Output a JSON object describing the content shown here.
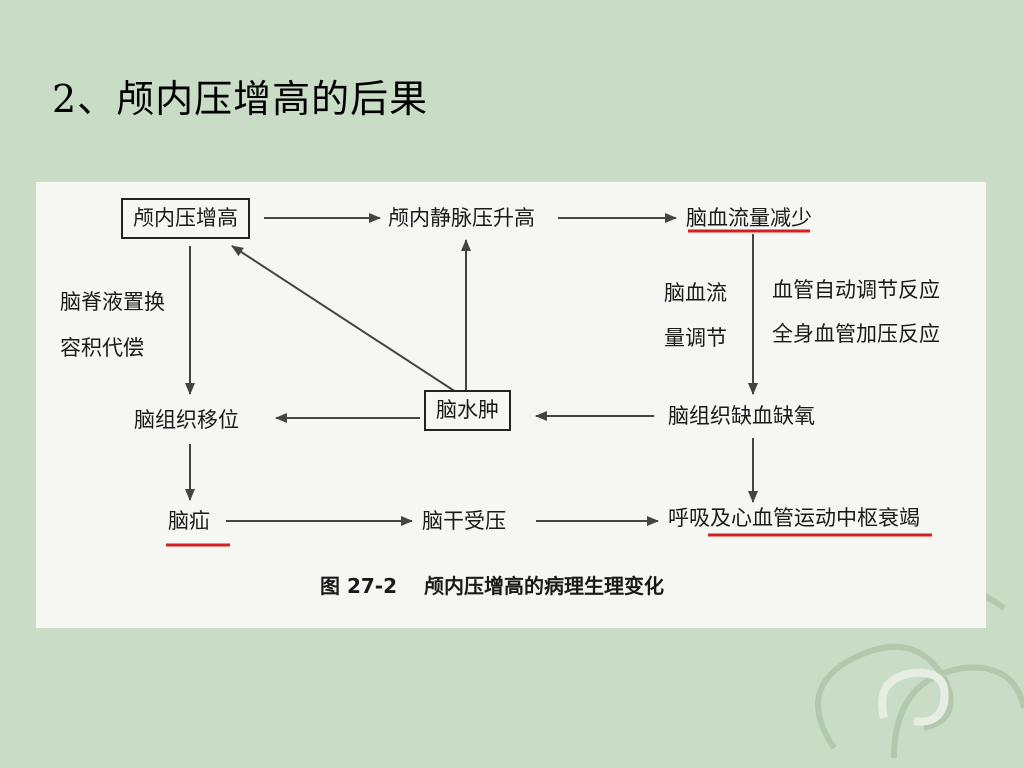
{
  "slide": {
    "title": "2、颅内压增高的后果"
  },
  "diagram": {
    "nodes": {
      "icp_increase": "颅内压增高",
      "venous_pressure_rise": "颅内静脉压升高",
      "cbf_decrease": "脑血流量减少",
      "csf_compensation_line1": "脑脊液置换",
      "csf_compensation_line2": "容积代偿",
      "cbf_regulation_line1": "脑血流",
      "cbf_regulation_line2": "量调节",
      "autoregulation": "血管自动调节反应",
      "systemic_pressor": "全身血管加压反应",
      "brain_shift": "脑组织移位",
      "brain_edema": "脑水肿",
      "ischemia_hypoxia": "脑组织缺血缺氧",
      "herniation": "脑疝",
      "brainstem_compression": "脑干受压",
      "center_failure": "呼吸及心血管运动中枢衰竭"
    },
    "caption_number": "图 27-2",
    "caption_text": "颅内压增高的病理生理变化"
  },
  "colors": {
    "background": "#c9dcc6",
    "figure_background": "#f6f6f3",
    "underline": "#d42020",
    "arrow": "#444444"
  }
}
